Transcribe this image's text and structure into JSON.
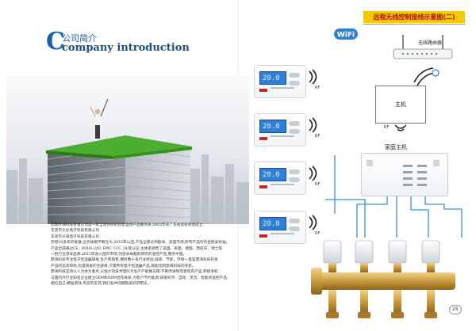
{
  "header": {
    "initial": "C",
    "title_cn": "公司简介",
    "title_en": "company introduction"
  },
  "body_text": [
    "鼎赫环海科技有限公司是一家全球领先的智能温控产品服务商,2003年在广东省高校资金成立:",
    "东莞市众达电子科技有限公司",
    "东莞市众海电子科技有限公司",
    "历经10多年的发展,业务规模不断壮大,2015年以后,产品全部达到欧洲、美国市场,所有产品均符合欧美标准。",
    "产品全部通过CE、ROHS,LVD, EMC, FCC, UL等认证,主体系销售了美国、英国、德国、西班牙、瑞士等",
    "一批行业领军品牌,2015年进入国内市场,凭借卓卓越的研究的温控产品,服务中国。",
    "鼎海科技专注电子恒温器研发,生产和销售,拥有数十名行业经验,低碳、节能、环保一直是鼎海科技开发",
    "产品的追求目标,也是研发的主题目,只需所有电子恒温器产品,就能找到鼎海科技的身影。",
    "鼎海科技坚持以人为本为重点,以强大的技术团队为生产产能做支撑,不断改进和完善现有产品,积极争取",
    "与国内外行业知名企业建立OEM和ODM合作关系,为客户节约能源,研发科学、自动、灵活、智能的温控产品,",
    "相信自己,精准高效,有您的支持,我们会共同拥抱美好的明天。"
  ],
  "thermostats": [
    {
      "display": "20.0",
      "rf": "RF"
    },
    {
      "display": "20.0",
      "rf": "RF"
    },
    {
      "display": "20.0",
      "rf": "RF"
    },
    {
      "display": "20.0",
      "rf": "RF"
    }
  ],
  "diagram": {
    "title": "远程无线控制接线示意图(二)",
    "wifi": "WiFi",
    "router": "无线路由器",
    "host": "主机",
    "host_rf": "RF",
    "home_host": "家庭主机"
  },
  "page_number": "25",
  "colors": {
    "brand_blue": "#1a5fa8",
    "title_yellow": "#f3c900",
    "title_red": "#b10e0e",
    "wire_blue": "#3a8fd6",
    "brass": "#c99a3c"
  }
}
